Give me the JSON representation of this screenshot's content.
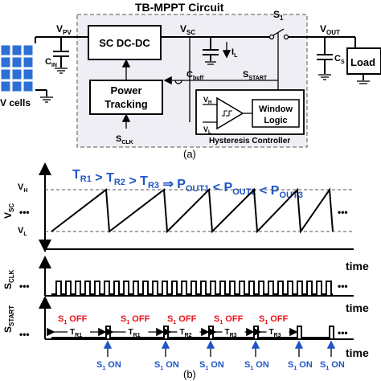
{
  "circuit": {
    "title": "TB-MPPT Circuit",
    "pv_cells_label": "V cells",
    "vpv_label": "V",
    "vpv_sub": "PV",
    "cin_label": "C",
    "cin_sub": "IN",
    "dcdc_label": "SC DC-DC",
    "vsc_label": "V",
    "vsc_sub": "SC",
    "cbuff_label": "C",
    "cbuff_sub": "buff",
    "il_label": "I",
    "il_sub": "L",
    "s1_label": "S",
    "s1_sub": "1",
    "vout_label": "V",
    "vout_sub": "OUT",
    "cs_label": "C",
    "cs_sub": "S",
    "load_label": "Load",
    "sstart_label": "S",
    "sstart_sub": "START",
    "power_tracking_line1": "Power",
    "power_tracking_line2": "Tracking",
    "sclk_label": "S",
    "sclk_sub": "CLK",
    "vh_label": "V",
    "vh_sub": "H",
    "vl_label": "V",
    "vl_sub": "L",
    "window_logic_line1": "Window",
    "window_logic_line2": "Logic",
    "hysteresis_label": "Hysteresis Controller",
    "caption_a": "(a)"
  },
  "timing": {
    "equation": [
      {
        "main": "T",
        "sub": "R1"
      },
      {
        "op": " > "
      },
      {
        "main": "T",
        "sub": "R2"
      },
      {
        "op": " > "
      },
      {
        "main": "T",
        "sub": "R3"
      },
      {
        "op": " ⇒ "
      },
      {
        "main": "P",
        "sub": "OUT1"
      },
      {
        "op": " < "
      },
      {
        "main": "P",
        "sub": "OUT2"
      },
      {
        "op": " < "
      },
      {
        "main": "P",
        "sub": "OUT3"
      }
    ],
    "vsc_axis": "V",
    "vsc_axis_sub": "SC",
    "vh_label": "V",
    "vh_sub": "H",
    "vl_label": "V",
    "vl_sub": "L",
    "sclk_axis": "S",
    "sclk_axis_sub": "CLK",
    "sstart_axis": "S",
    "sstart_axis_sub": "START",
    "time_label": "time",
    "dots": "•••",
    "s1_off_labels": [
      {
        "main": "S",
        "sub": "1",
        "rest": " OFF"
      },
      {
        "main": "S",
        "sub": "1",
        "rest": " OFF"
      },
      {
        "main": "S",
        "sub": "1",
        "rest": " OFF"
      },
      {
        "main": "S",
        "sub": "1",
        "rest": " OFF"
      },
      {
        "main": "S",
        "sub": "1",
        "rest": " OFF"
      }
    ],
    "period_labels": [
      {
        "main": "T",
        "sub": "R1"
      },
      {
        "main": "T",
        "sub": "R1"
      },
      {
        "main": "T",
        "sub": "R2"
      },
      {
        "main": "T",
        "sub": "R3"
      },
      {
        "main": "T",
        "sub": "R3"
      }
    ],
    "s1_on_labels": [
      {
        "main": "S",
        "sub": "1",
        "rest": " ON"
      },
      {
        "main": "S",
        "sub": "1",
        "rest": " ON"
      },
      {
        "main": "S",
        "sub": "1",
        "rest": " ON"
      },
      {
        "main": "S",
        "sub": "1",
        "rest": " ON"
      },
      {
        "main": "S",
        "sub": "1",
        "rest": " ON"
      },
      {
        "main": "S",
        "sub": "1",
        "rest": " ON"
      }
    ],
    "caption_b": "(b)"
  }
}
